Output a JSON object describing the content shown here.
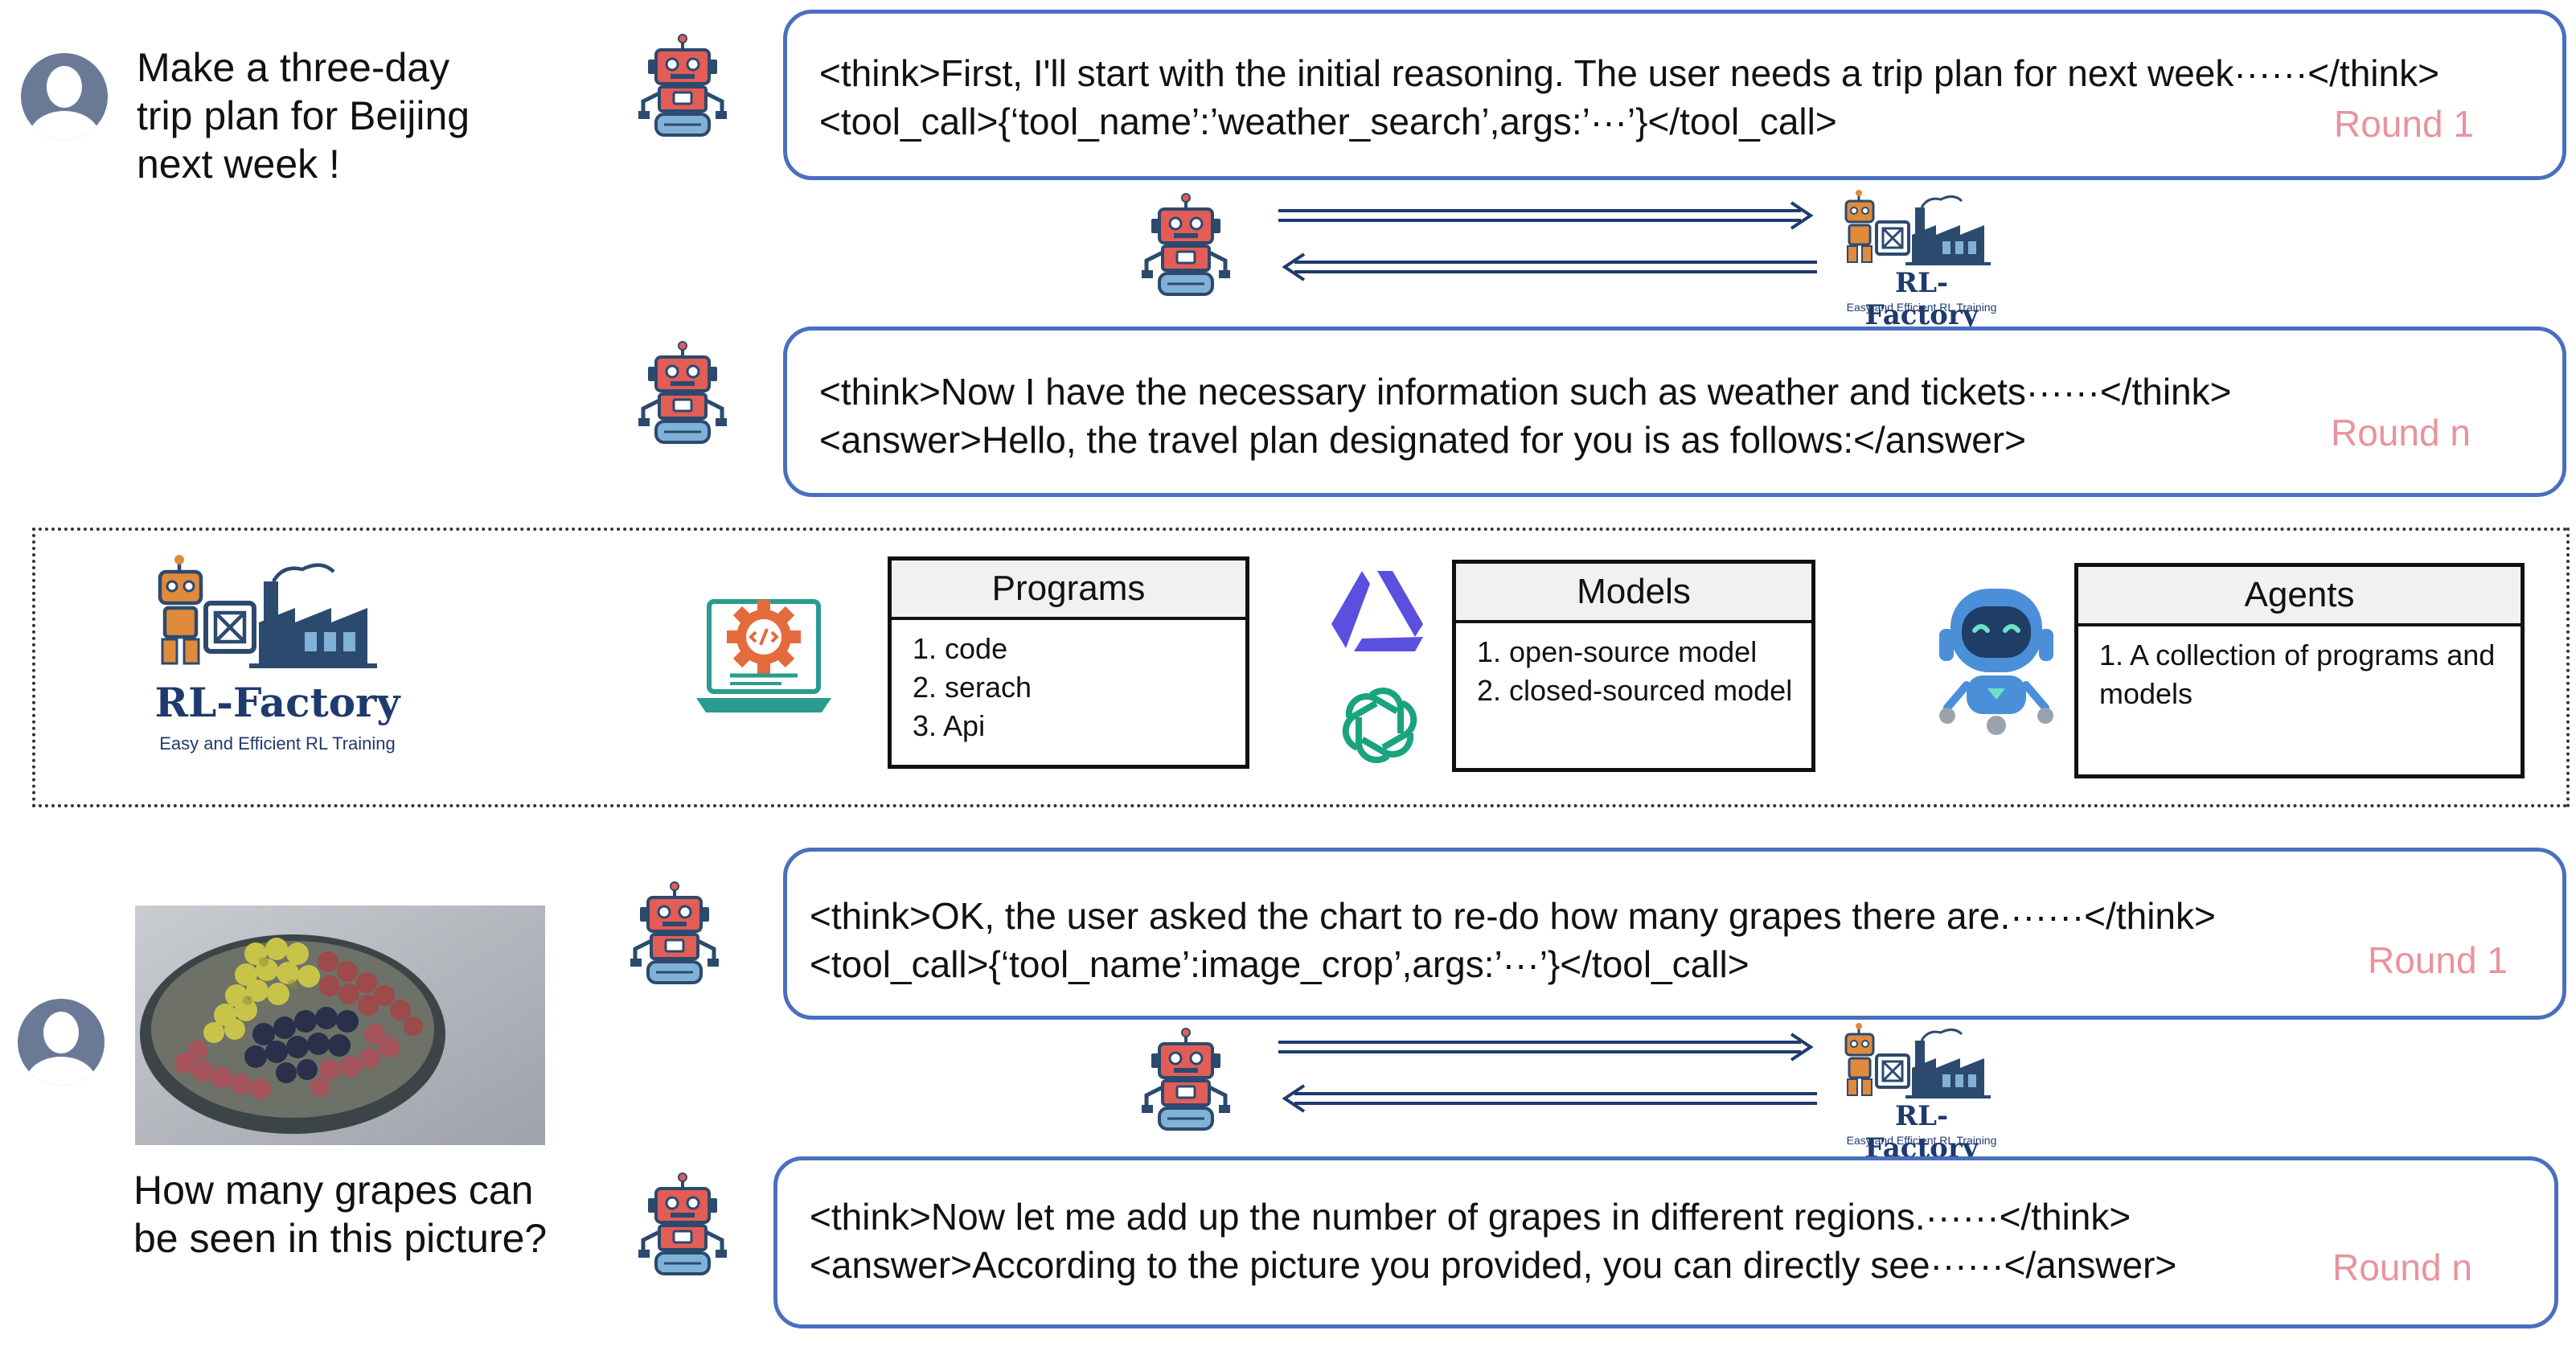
{
  "top_scenario": {
    "user_prompt": "Make a three-day\ntrip plan for Beijing\nnext week !",
    "round1": {
      "line1": "<think>First, I'll start with the initial reasoning. The user needs a trip plan for next week······</think>",
      "line2": "<tool_call>{‘tool_name’:’weather_search’,args:’···’}</tool_call>",
      "label": "Round 1"
    },
    "roundn": {
      "line1": "<think>Now I have the necessary information such as weather and tickets······</think>",
      "line2": "<answer>Hello, the travel plan designated for you is as follows:</answer>",
      "label": "Round n"
    }
  },
  "rl_factory": {
    "name": "RL-Factory",
    "tagline": "Easy and Efficient RL Training"
  },
  "framework": {
    "programs": {
      "title": "Programs",
      "items": "1. code\n2. serach\n3. Api"
    },
    "models": {
      "title": "Models",
      "items": "1. open-source model\n2. closed-sourced model"
    },
    "agents": {
      "title": "Agents",
      "items": "1. A collection of programs and\nmodels"
    }
  },
  "bottom_scenario": {
    "user_prompt": "How many grapes can\nbe seen in this picture?",
    "round1": {
      "line1": "<think>OK, the user asked the chart to re-do how many grapes there are.······</think>",
      "line2": "<tool_call>{‘tool_name’:image_crop’,args:’···’}</tool_call>",
      "label": "Round 1"
    },
    "roundn": {
      "line1": "<think>Now let me add up the number of grapes in different regions.······</think>",
      "line2": "<answer>According to the picture you provided, you can directly see······</answer>",
      "label": "Round n"
    }
  },
  "colors": {
    "bubble_border": "#4a6fc0",
    "round_label": "#e9939d",
    "arrow": "#1f3a6e",
    "robot_red": "#e35d57",
    "robot_navy": "#2c4a6e"
  },
  "icons": [
    "user-avatar-icon",
    "robot-icon",
    "rl-factory-logo",
    "laptop-gear-icon",
    "qwen-logo-icon",
    "openai-logo-icon",
    "agent-robot-icon",
    "grapes-photo"
  ]
}
